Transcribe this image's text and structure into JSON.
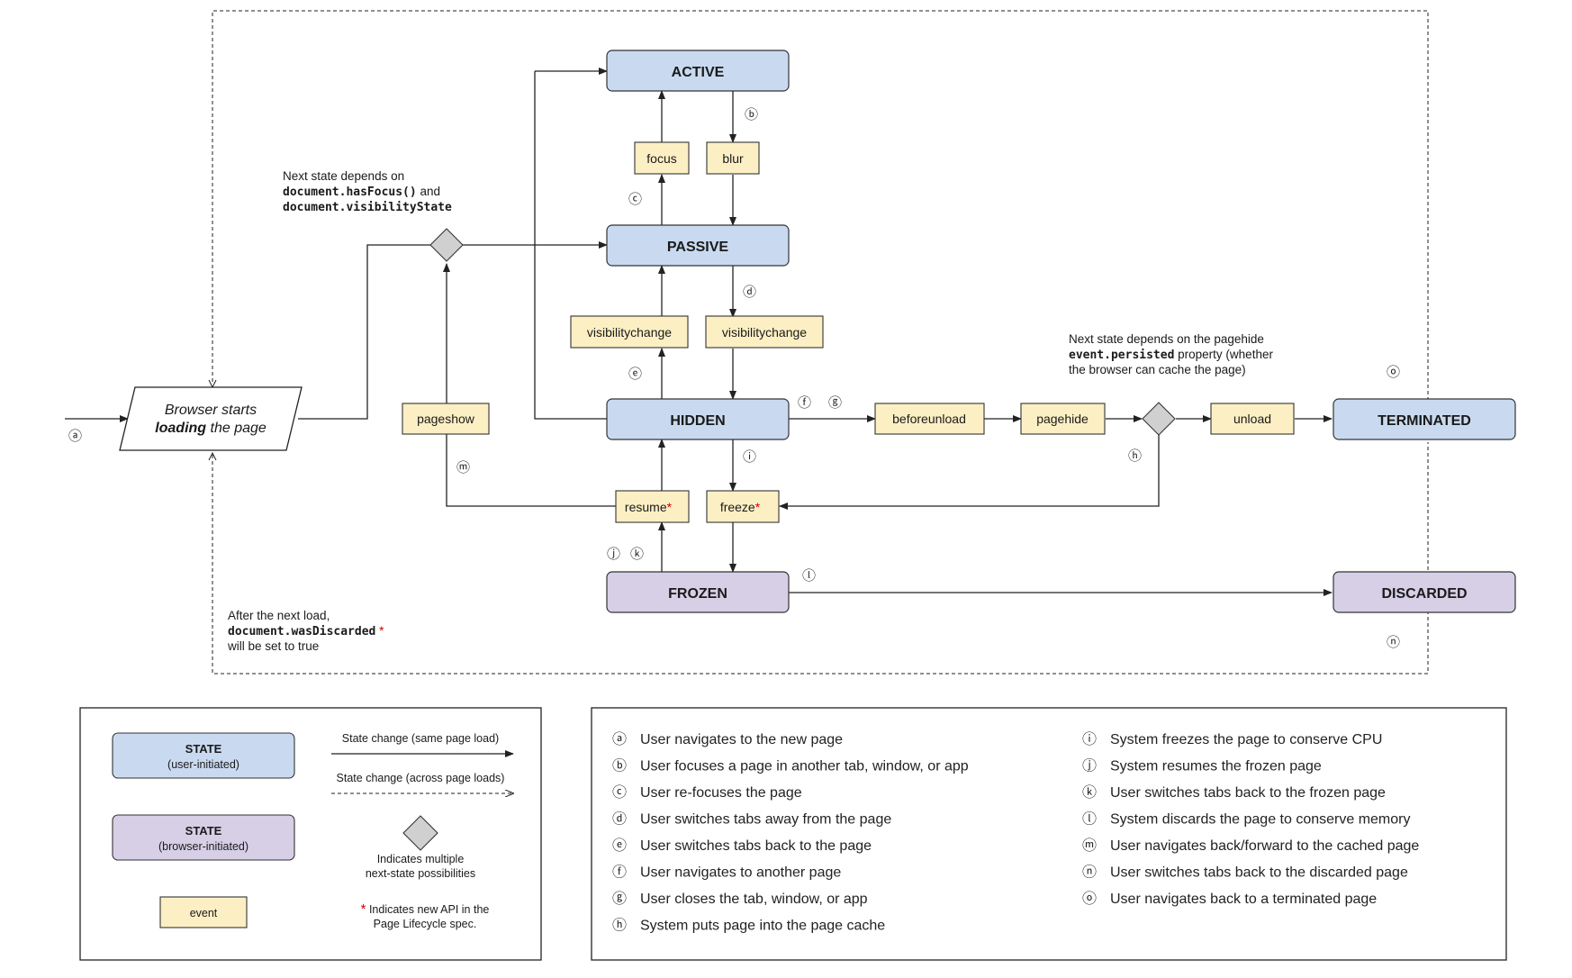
{
  "states": {
    "active": "ACTIVE",
    "passive": "PASSIVE",
    "hidden": "HIDDEN",
    "frozen": "FROZEN",
    "terminated": "TERMINATED",
    "discarded": "DISCARDED"
  },
  "events": {
    "focus": "focus",
    "blur": "blur",
    "visibilitychange_up": "visibilitychange",
    "visibilitychange_down": "visibilitychange",
    "pageshow": "pageshow",
    "beforeunload": "beforeunload",
    "pagehide": "pagehide",
    "unload": "unload",
    "resume": "resume",
    "freeze": "freeze",
    "asterisk": "*"
  },
  "start_node": {
    "line1": "Browser starts",
    "line2_bold": "loading",
    "line2_rest": " the page"
  },
  "notes": {
    "focus_note": {
      "line1": "Next state depends on",
      "line2_code": "document.hasFocus()",
      "line2_rest": " and",
      "line3_code": "document.visibilityState"
    },
    "pagehide_note": {
      "line1": "Next state depends on the pagehide",
      "line2_code": "event.persisted",
      "line2_rest": " property (whether",
      "line3": "the browser can cache the page)"
    },
    "discard_note": {
      "line1": "After the next load,",
      "line2_code": "document.wasDiscarded",
      "line2_asterisk": " *",
      "line3": "will be set to true"
    }
  },
  "markers": {
    "a": "ⓐ",
    "b": "ⓑ",
    "c": "ⓒ",
    "d": "ⓓ",
    "e": "ⓔ",
    "f": "ⓕ",
    "g": "ⓖ",
    "h": "ⓗ",
    "i": "ⓘ",
    "j": "ⓙ",
    "k": "ⓚ",
    "l": "ⓛ",
    "m": "ⓜ",
    "n": "ⓝ",
    "o": "ⓞ"
  },
  "legend": {
    "state_user_title": "STATE",
    "state_user_sub": "(user-initiated)",
    "state_browser_title": "STATE",
    "state_browser_sub": "(browser-initiated)",
    "event_label": "event",
    "solid_label": "State change (same page load)",
    "dashed_label": "State change (across page loads)",
    "diamond_line1": "Indicates multiple",
    "diamond_line2": "next-state possibilities",
    "asterisk": "*",
    "new_api_line1": " Indicates new API in the",
    "new_api_line2": "Page Lifecycle spec."
  },
  "descriptions": [
    {
      "marker": "ⓐ",
      "text": "User navigates to the new page"
    },
    {
      "marker": "ⓑ",
      "text": "User focuses a page in another tab, window, or app"
    },
    {
      "marker": "ⓒ",
      "text": "User re-focuses the page"
    },
    {
      "marker": "ⓓ",
      "text": "User switches tabs away from the page"
    },
    {
      "marker": "ⓔ",
      "text": "User switches tabs back to the page"
    },
    {
      "marker": "ⓕ",
      "text": "User navigates to another page"
    },
    {
      "marker": "ⓖ",
      "text": "User closes the tab, window, or app"
    },
    {
      "marker": "ⓗ",
      "text": "System puts page into the page cache"
    },
    {
      "marker": "ⓘ",
      "text": "System freezes the page to conserve CPU"
    },
    {
      "marker": "ⓙ",
      "text": "System resumes the frozen page"
    },
    {
      "marker": "ⓚ",
      "text": "User switches tabs back to the frozen page"
    },
    {
      "marker": "ⓛ",
      "text": "System discards the page to conserve memory"
    },
    {
      "marker": "ⓜ",
      "text": "User navigates back/forward to the cached page"
    },
    {
      "marker": "ⓝ",
      "text": "User switches tabs back to the discarded page"
    },
    {
      "marker": "ⓞ",
      "text": "User navigates back to a terminated page"
    }
  ],
  "colors": {
    "user_state": "#c9daf0",
    "browser_state": "#d6cfe6",
    "event": "#fcefc4",
    "diamond": "#d0d0d0",
    "asterisk": "#d00000"
  }
}
